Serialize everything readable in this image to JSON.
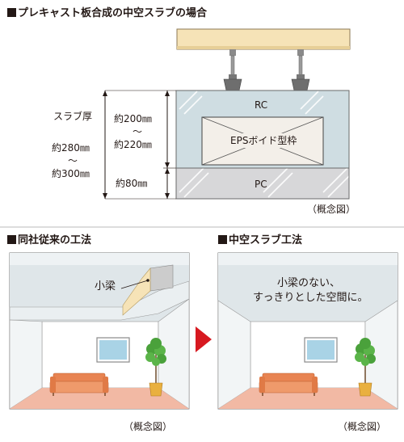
{
  "top_section": {
    "title": "プレキャスト板合成の中空スラブの場合",
    "layers": {
      "rc": "RC",
      "eps": "EPSボイド型枠",
      "pc": "PC"
    },
    "dims": {
      "slab_label": "スラブ厚",
      "slab_min": "約280㎜",
      "slab_tilde": "～",
      "slab_max": "約300㎜",
      "upper_min": "約200㎜",
      "upper_tilde": "～",
      "upper_max": "約220㎜",
      "lower": "約80㎜"
    },
    "note": "（概念図）"
  },
  "left_section": {
    "title": "同社従来の工法",
    "beam_label": "小梁",
    "note": "（概念図）"
  },
  "right_section": {
    "title": "中空スラブ工法",
    "caption_line1": "小梁のない、",
    "caption_line2": "すっきりとした空間に。",
    "note": "（概念図）"
  },
  "colors": {
    "panel_blue": "#cfdde2",
    "panel_gray": "#d7d7d9",
    "beam_cream": "#f6e3b7",
    "floor_salmon": "#f2b9a4",
    "sofa_orange": "#e88452",
    "arrow_red": "#d71920",
    "plant_green": "#4aa13b"
  }
}
